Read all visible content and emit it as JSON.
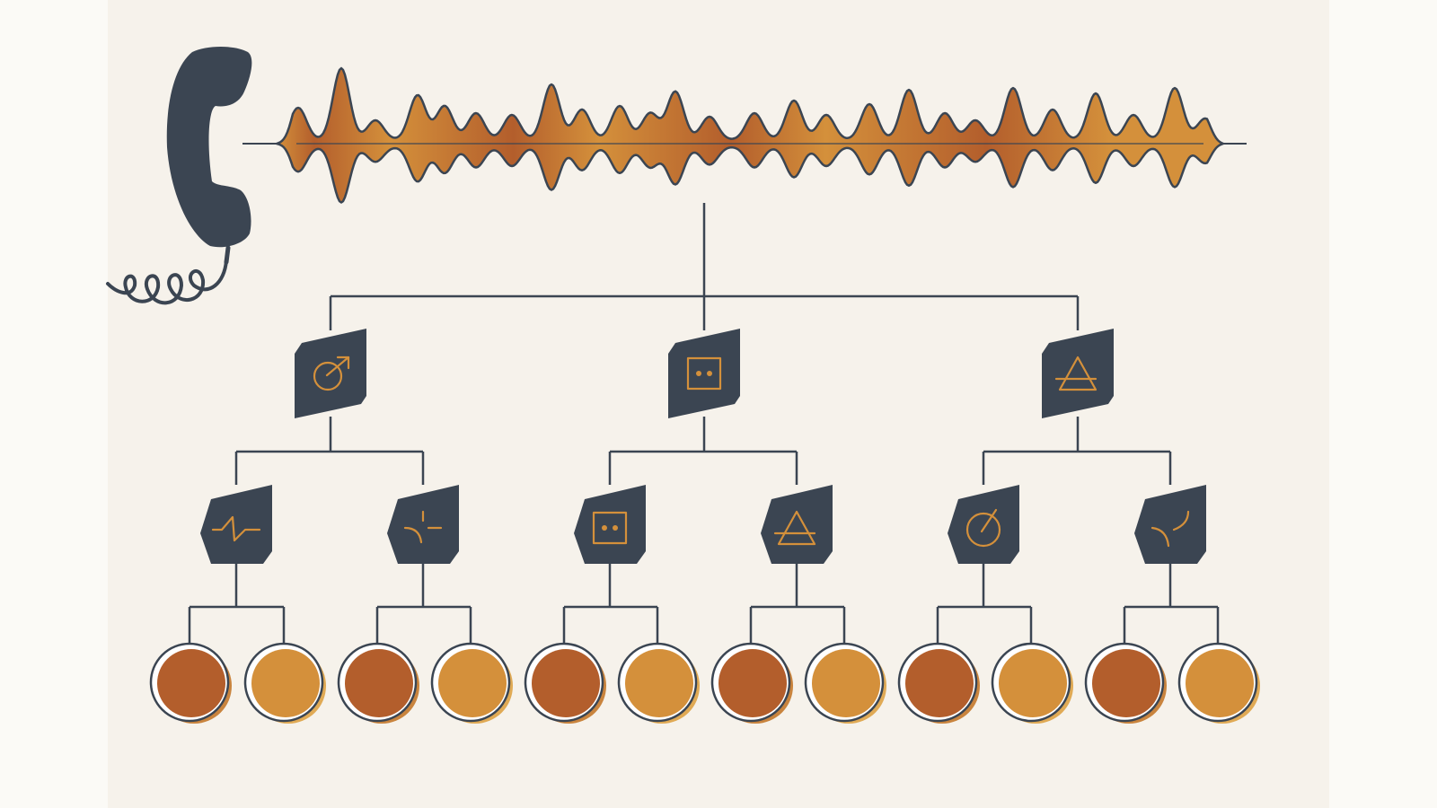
{
  "colors": {
    "background": "#fbfaf6",
    "panel": "#f6f2eb",
    "ink": "#3b4552",
    "rust": "#b35e2c",
    "amber": "#d4903b",
    "shadow_rust": "#c9843e",
    "shadow_amber": "#e0aa55"
  },
  "icons": {
    "telephone": "telephone-handset-icon",
    "waveform": "audio-waveform-icon"
  },
  "tree": {
    "branches": [
      {
        "icon": "circle-arrow-glyph-icon",
        "children": [
          {
            "icon": "zigzag-glyph-icon",
            "leaves": [
              "rust",
              "amber"
            ]
          },
          {
            "icon": "broken-cross-glyph-icon",
            "leaves": [
              "rust",
              "amber"
            ]
          }
        ]
      },
      {
        "icon": "square-dots-glyph-icon",
        "children": [
          {
            "icon": "square-dots-glyph-icon",
            "leaves": [
              "rust",
              "amber"
            ]
          },
          {
            "icon": "triangle-bar-glyph-icon",
            "leaves": [
              "rust",
              "amber"
            ]
          }
        ]
      },
      {
        "icon": "triangle-bar-glyph-icon",
        "children": [
          {
            "icon": "circle-slash-glyph-icon",
            "leaves": [
              "rust",
              "amber"
            ]
          },
          {
            "icon": "crescent-arcs-glyph-icon",
            "leaves": [
              "rust",
              "amber"
            ]
          }
        ]
      }
    ]
  }
}
